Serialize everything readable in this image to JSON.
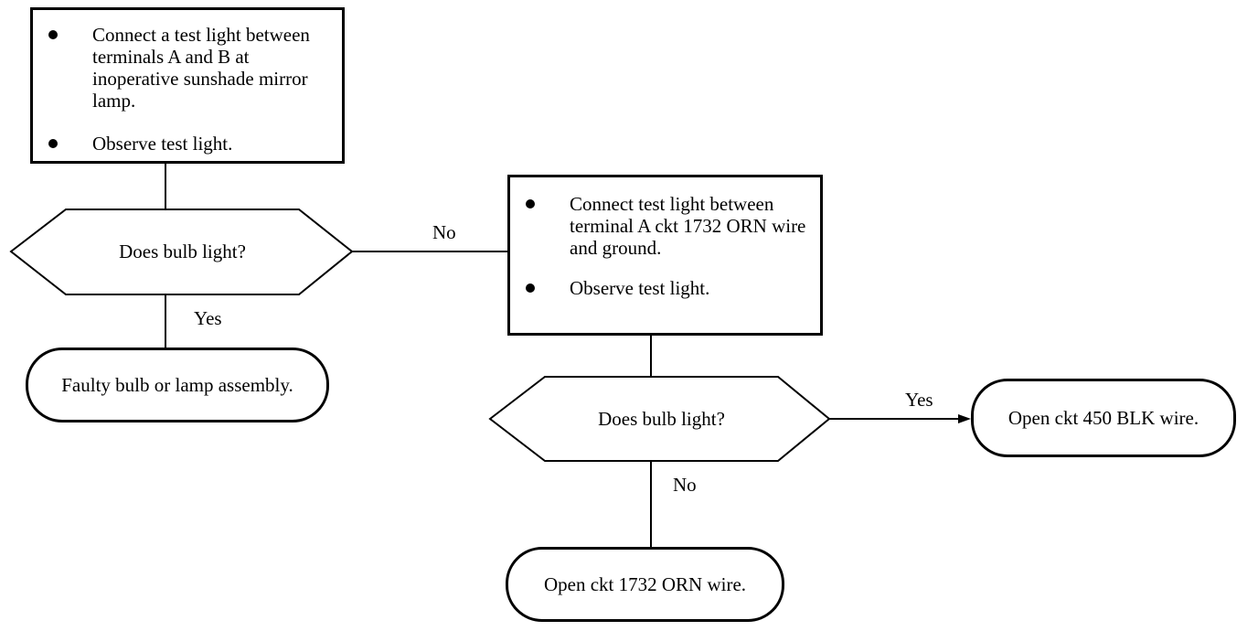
{
  "box1": {
    "steps": [
      "Connect a test light between terminals A and B at inoperative sunshade mirror lamp.",
      "Observe test light."
    ]
  },
  "decision1": {
    "question": "Does bulb light?"
  },
  "labels": {
    "no1": "No",
    "yes1": "Yes",
    "yes2": "Yes",
    "no2": "No"
  },
  "result1": {
    "text": "Faulty bulb or lamp assembly."
  },
  "box2": {
    "steps": [
      "Connect test light between terminal A ckt 1732 ORN wire and ground.",
      "Observe test light."
    ]
  },
  "decision2": {
    "question": "Does bulb light?"
  },
  "result2": {
    "text": "Open ckt 450 BLK wire."
  },
  "result3": {
    "text": "Open ckt 1732 ORN wire."
  }
}
